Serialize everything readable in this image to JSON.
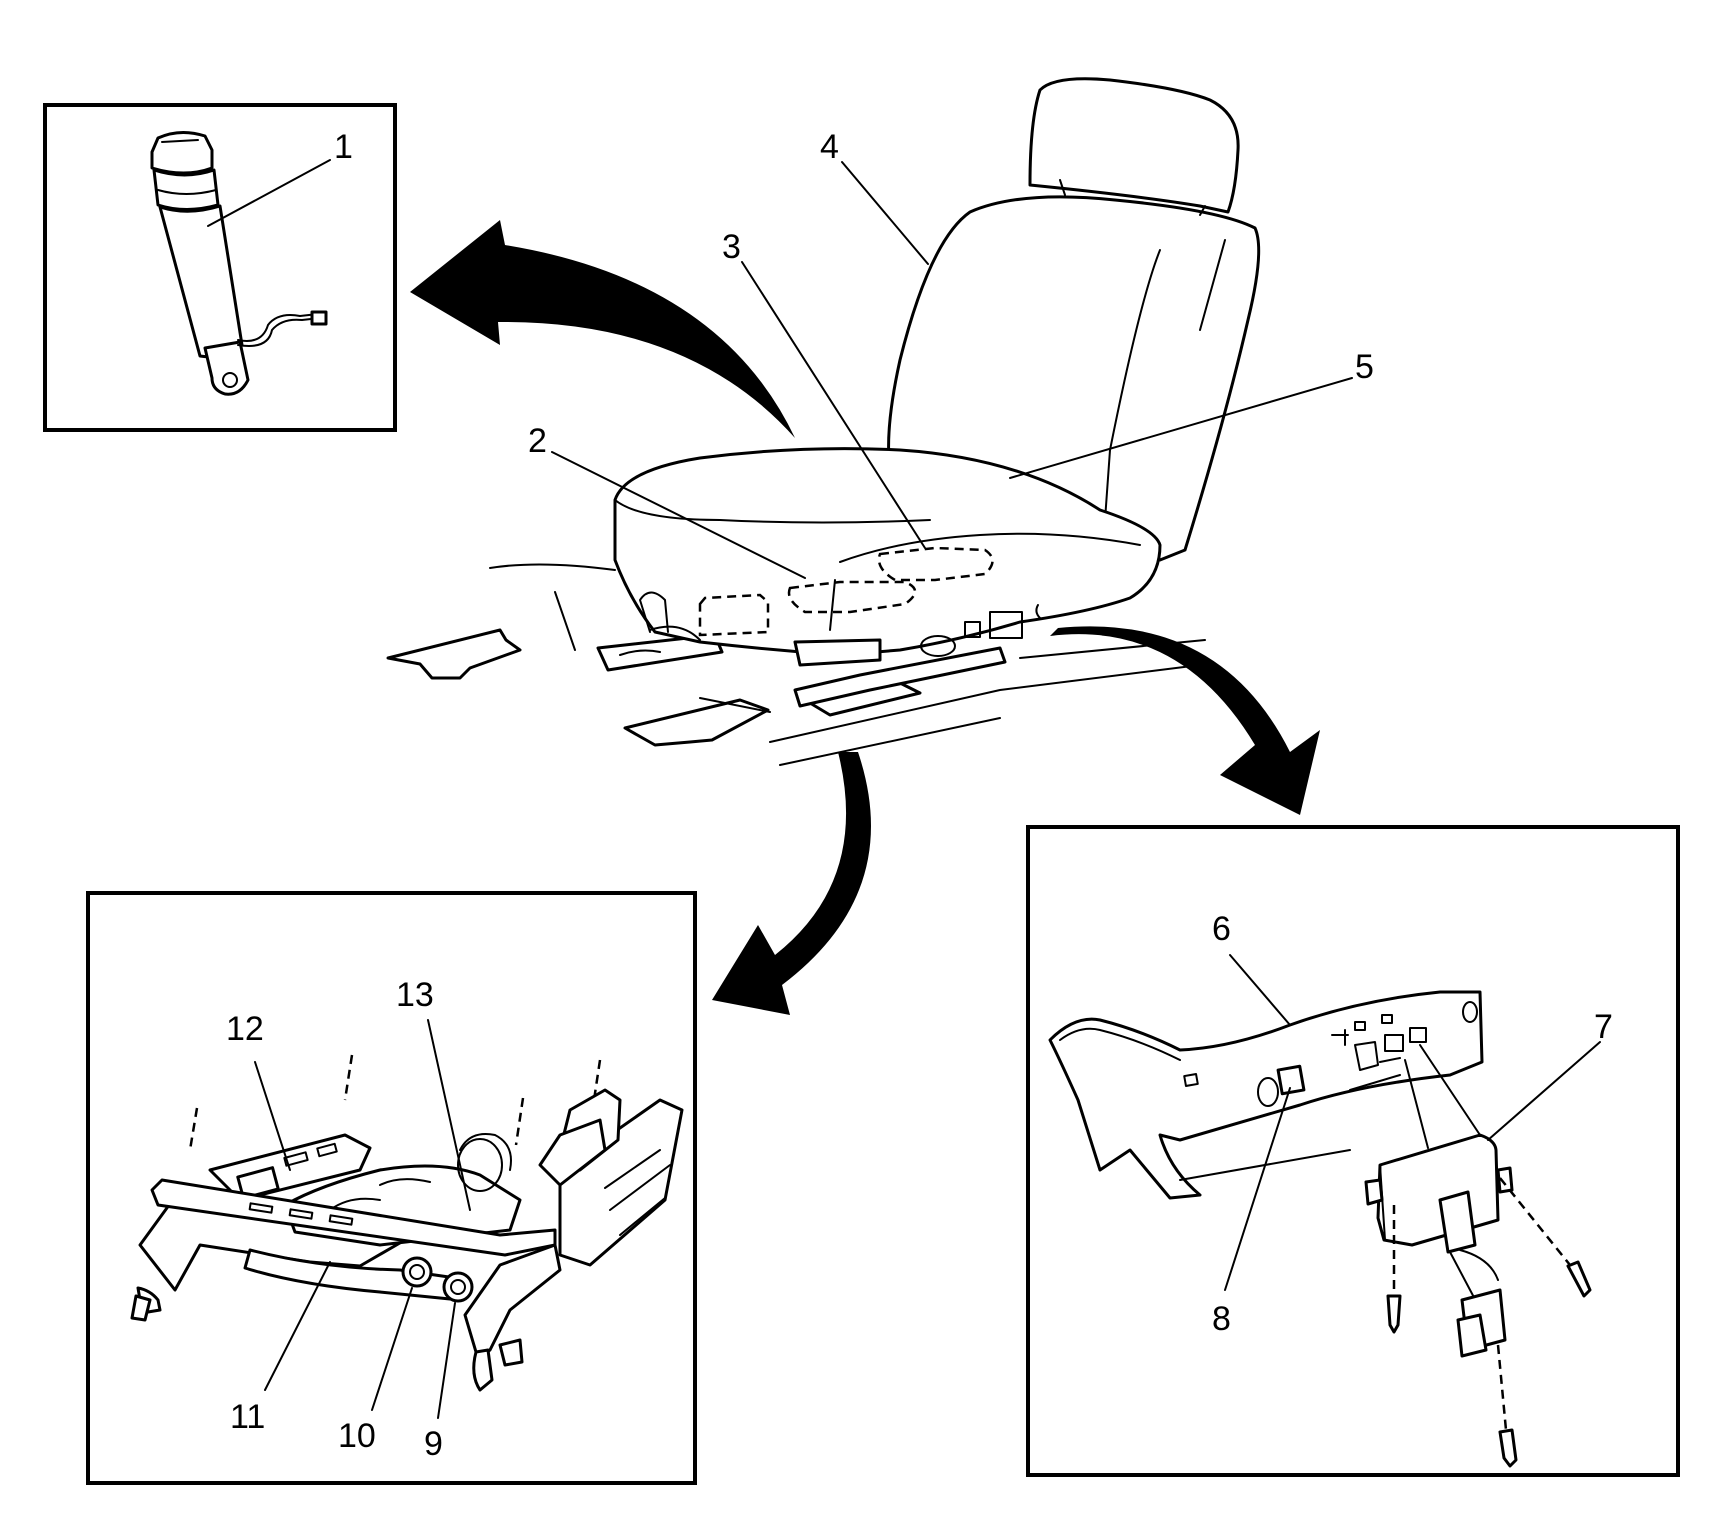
{
  "callouts": {
    "c1": "1",
    "c2": "2",
    "c3": "3",
    "c4": "4",
    "c5": "5",
    "c6": "6",
    "c7": "7",
    "c8": "8",
    "c9": "9",
    "c10": "10",
    "c11": "11",
    "c12": "12",
    "c13": "13"
  },
  "icons": {
    "buckle": "seat-belt-buckle-icon",
    "seat": "power-seat-icon",
    "adjuster": "seat-adjuster-track-icon",
    "module": "seat-module-icon"
  }
}
